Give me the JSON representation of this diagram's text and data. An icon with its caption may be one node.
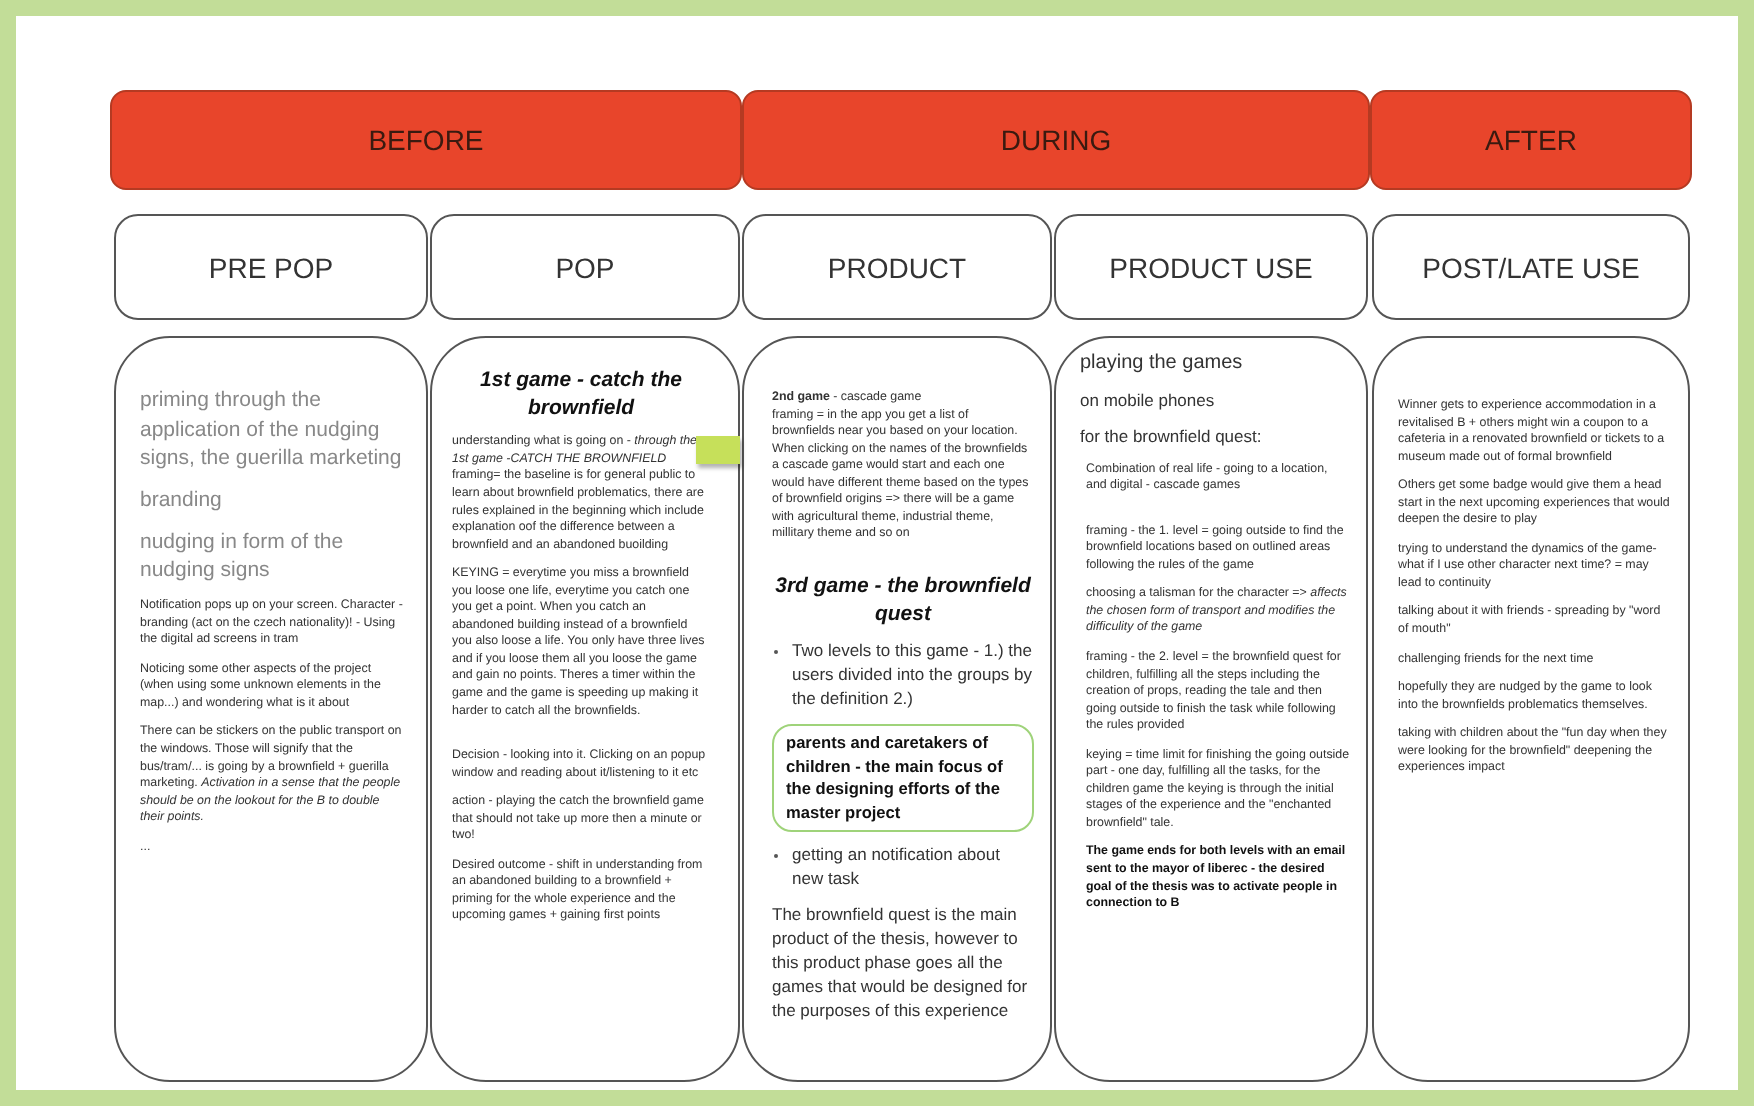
{
  "diagram": {
    "nodes": [
      {
        "text": [
          "BEFORE"
        ]
      },
      {
        "text": [
          "DURING"
        ]
      },
      {
        "text": [
          "AFTER"
        ]
      },
      {
        "text": [
          "PRE POP"
        ]
      },
      {
        "text": [
          "POP"
        ]
      },
      {
        "text": [
          "PRODUCT"
        ]
      },
      {
        "text": [
          "PRODUCT USE"
        ]
      },
      {
        "text": [
          "POST/LATE USE"
        ]
      },
      {
        "text": [
          "priming through the application of the nudging signs, the guerilla marketing",
          "branding",
          "nudging in form  of the nudging signs",
          "Notification pops up on your screen. Character - branding (act on the czech nationality)! -  Using the digital ad screens in tram",
          "Noticing some other aspects of the project (when using some unknown elements in the map...) and wondering what is it about",
          "There can be  stickers on the public transport on the windows. Those will signify that the bus/tram/... is going by a brownfield + guerilla marketing. *Activation in a sense that the people should be on the lookout for the B to double their points.*",
          "..."
        ]
      },
      {
        "text": [
          "1st game - catch the brownfield",
          "understanding what is going on - *through the 1st game -CATCH THE BROWNFIELD* framing= the baseline is for general public to learn about brownfield problematics, there are rules explained in the beginning which include explanation oof the difference between a brownfield and an abandoned buoilding",
          "KEYING = everytime you miss a brownfield you loose one life, everytime you catch one you get a point. When you catch an abandoned building instead of a brownfield you also loose a life. You only have three lives and if you loose them all you loose the game and gain no points. Theres a timer within the game and the game is speeding up making it harder to catch all the brownfields.",
          "Decision - looking into it. Clicking on an popup window and reading about it/listening to it etc",
          "action - playing the catch the brownfield game that should not take up more then a minute or two!",
          "Desired outcome - shift in understanding from an abandoned building to a brownfield + priming for the whole experience and the upcoming games + gaining first points"
        ]
      },
      {
        "text": [
          "**2nd game** - cascade game",
          "framing = in the app you get a list of brownfields near you based on your location. When clicking on the names of the brownfields a cascade game would start and each one would have different theme based on the types of brownfield origins => there will be a game with agricultural theme, industrial theme, millitary theme and so on",
          "3rd game - the brownfield quest",
          "Two levels to this game - 1.) the users divided into the groups by the definition 2.)",
          "getting an notification about new task",
          "The brownfield quest is the main product of the thesis, however to this product phase goes all the games that would be designed for the purposes of this experience"
        ]
      },
      {
        "text": [
          "playing the games",
          "on mobile phones",
          "for the brownfield quest:",
          "Combination of real life - going to a location, and digital - cascade games",
          "framing - the 1. level = going outside to find the brownfield locations based on outlined areas following the rules of the game",
          "choosing a talisman for the character => *affects the chosen form of transport and modifies the difficulity of the game*",
          "framing - the 2. level = the brownfield quest for children, fulfilling all the steps including the creation of props, reading the tale and then going outside to finish the task while following the rules provided",
          "keying = time limit for finishing the going outside part - one day, fulfilling all the tasks, for the children game the keying is through the initial stages of the experience and the \"enchanted brownfield\" tale.",
          "The game ends for both levels with an email sent to the mayor of liberec - the desired goal of the thesis was to activate people in connection to B"
        ]
      },
      {
        "text": [
          "Winner gets to experience accommodation in a revitalised B + others might win a coupon to a cafeteria in a renovated brownfield or tickets to a museum made out of formal brownfield",
          "Others get some badge would give them a head start in the next upcoming experiences that would deepen the desire to play",
          "trying to understand the dynamics of the game- what if I use other character next time? = may lead to continuity",
          "talking about it with friends - spreading by \"word of mouth\"",
          "challenging friends for the next time",
          "hopefully they are nudged by the game to look into the brownfields problematics themselves.",
          "taking with children about the \"fun day when they were looking for the brownfield\" deepening the experiences impact"
        ]
      },
      {
        "text": [
          "parents and caretakers of children - the main focus of the designing efforts of the master project"
        ],
        "in": 10
      }
    ]
  }
}
